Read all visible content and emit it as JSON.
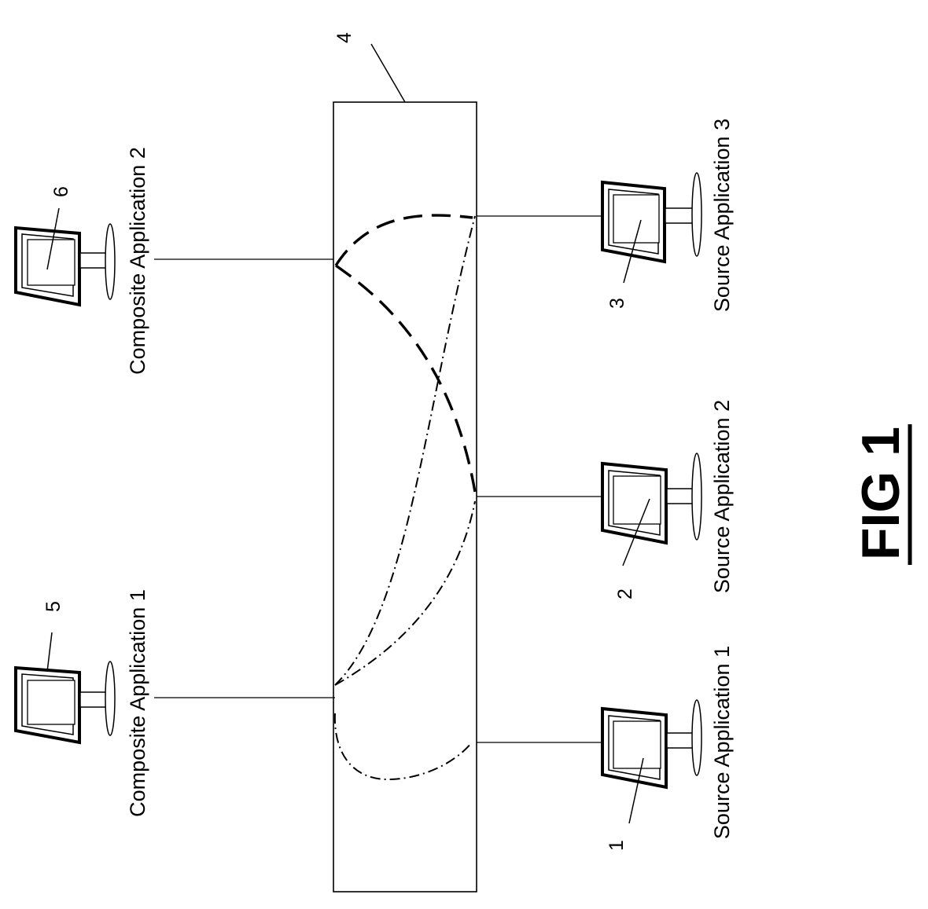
{
  "figure": {
    "caption": "FIG 1",
    "hub_ref": "4",
    "composite_apps": [
      {
        "label": "Composite Application 1",
        "ref": "5"
      },
      {
        "label": "Composite Application 2",
        "ref": "6"
      }
    ],
    "source_apps": [
      {
        "label": "Source Application 1",
        "ref": "1"
      },
      {
        "label": "Source Application 2",
        "ref": "2"
      },
      {
        "label": "Source Application 3",
        "ref": "3"
      }
    ]
  }
}
